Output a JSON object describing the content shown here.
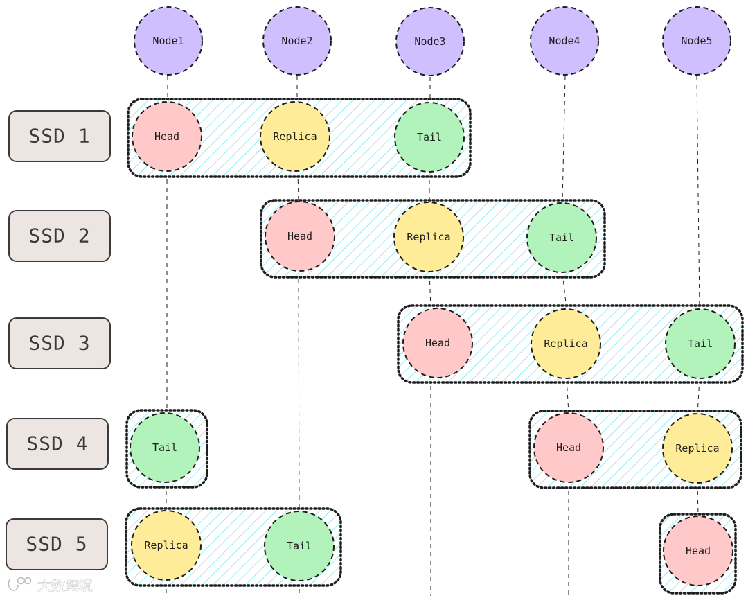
{
  "nodes": [
    "Node1",
    "Node2",
    "Node3",
    "Node4",
    "Node5"
  ],
  "ssds": [
    "SSD 1",
    "SSD 2",
    "SSD 3",
    "SSD 4",
    "SSD 5"
  ],
  "roles": {
    "head": {
      "label": "Head",
      "color": "#ffc9c9"
    },
    "replica": {
      "label": "Replica",
      "color": "#ffec99"
    },
    "tail": {
      "label": "Tail",
      "color": "#b2f2bb"
    }
  },
  "chains": [
    {
      "ssd": "SSD 1",
      "members": [
        {
          "node": "Node1",
          "role": "head"
        },
        {
          "node": "Node2",
          "role": "replica"
        },
        {
          "node": "Node3",
          "role": "tail"
        }
      ]
    },
    {
      "ssd": "SSD 2",
      "members": [
        {
          "node": "Node2",
          "role": "head"
        },
        {
          "node": "Node3",
          "role": "replica"
        },
        {
          "node": "Node4",
          "role": "tail"
        }
      ]
    },
    {
      "ssd": "SSD 3",
      "members": [
        {
          "node": "Node3",
          "role": "head"
        },
        {
          "node": "Node4",
          "role": "replica"
        },
        {
          "node": "Node5",
          "role": "tail"
        }
      ]
    },
    {
      "ssd": "SSD 4",
      "members": [
        {
          "node": "Node1",
          "role": "tail"
        },
        {
          "node": "Node4",
          "role": "head"
        },
        {
          "node": "Node5",
          "role": "replica"
        }
      ]
    },
    {
      "ssd": "SSD 5",
      "members": [
        {
          "node": "Node1",
          "role": "replica"
        },
        {
          "node": "Node2",
          "role": "tail"
        },
        {
          "node": "Node5",
          "role": "head"
        }
      ]
    }
  ],
  "colors": {
    "node_fill": "#d0bfff",
    "hatch": "#99e9f2",
    "ssd_fill": "#ece5e1"
  },
  "watermark": "大数跨境"
}
